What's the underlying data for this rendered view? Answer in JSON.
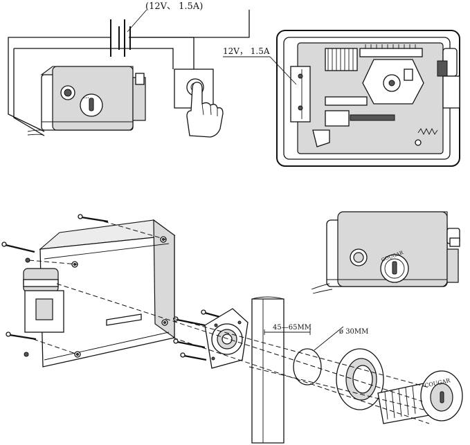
{
  "labels": {
    "supply_top": "(12V、 1.5A)",
    "supply_inner": "12V， 1.5A",
    "depth_range": "45—65MM",
    "hole_diameter": "ø 30MM",
    "brand_main": "COUGAR",
    "brand_cylinder": "COUGAR"
  },
  "colors": {
    "ink": "#111111",
    "paper": "#ffffff",
    "shade": "#d9d9d9"
  },
  "icons": [
    "battery-symbol-icon",
    "push-button-icon",
    "pointing-hand-icon",
    "screw-icon",
    "key-cylinder-icon"
  ]
}
